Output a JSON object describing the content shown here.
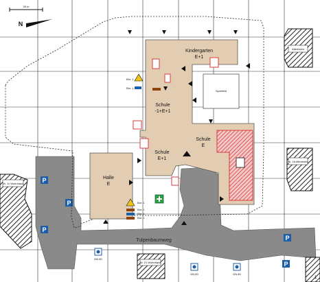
{
  "scale_label": "30 m",
  "north_label": "N",
  "buildings": {
    "kindergarten": {
      "line1": "Kindergarten",
      "line2": "E+1"
    },
    "schule_1": {
      "line1": "Schule",
      "line2": "-1+E+1"
    },
    "schule_2": {
      "line1": "Schule",
      "line2": "E"
    },
    "schule_3": {
      "line1": "Schule",
      "line2": "E+1"
    },
    "halle": {
      "line1": "Halle",
      "line2": "E"
    },
    "sportfeld": "Sportfeld"
  },
  "neighbors": {
    "altenheim_1": "Altenheim",
    "altenheim_2": "Nr. 16 Altenheim",
    "wohnhaus_1": "Nr. 11 Wohnhaus",
    "wohnhaus_2": "Nr. 21 Wohnhaus"
  },
  "street": "Tulpenbaumweg",
  "parking_label": "P",
  "hydrant_label": "DN 80",
  "floor_labels": {
    "a": "Ebe -1",
    "b": "Ebe -1",
    "c": "Ebe -1",
    "d": "Ebe -1",
    "e": "Ebe -1",
    "f": "Ebe -1"
  },
  "page_number": "1",
  "colors": {
    "building": "#e2cdb2",
    "road": "#8a8a8a",
    "hatched": "#d93b3b",
    "parking": "#1d5ea8",
    "grid": "#333333"
  }
}
